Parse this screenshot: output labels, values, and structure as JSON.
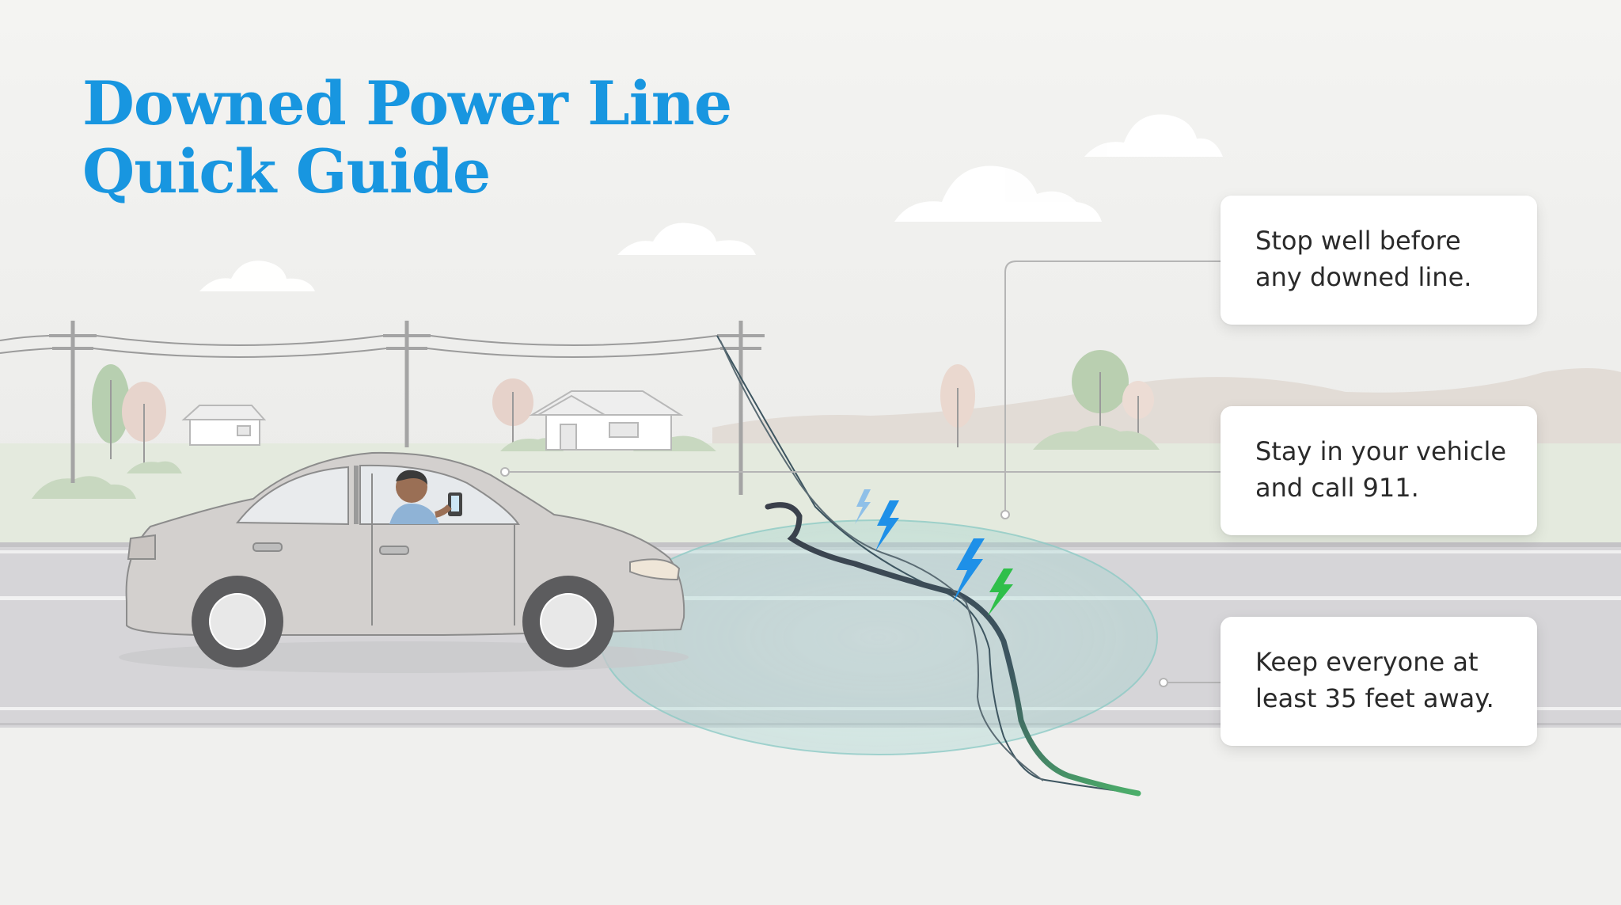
{
  "title": {
    "line1": "Downed Power Line",
    "line2": "Quick Guide"
  },
  "steps": [
    {
      "line1": "Stop well before",
      "line2": "any downed line."
    },
    {
      "line1": "Stay in your vehicle",
      "line2": "and call 911."
    },
    {
      "line1": "Keep everyone at",
      "line2": "least 35 feet away."
    }
  ],
  "colors": {
    "title": "#1896e0",
    "zone": "#a8d8d4",
    "spark_blue": "#1e90e8",
    "spark_green": "#2fbf4a"
  },
  "icons": [
    "lightning-bolt-icon"
  ]
}
